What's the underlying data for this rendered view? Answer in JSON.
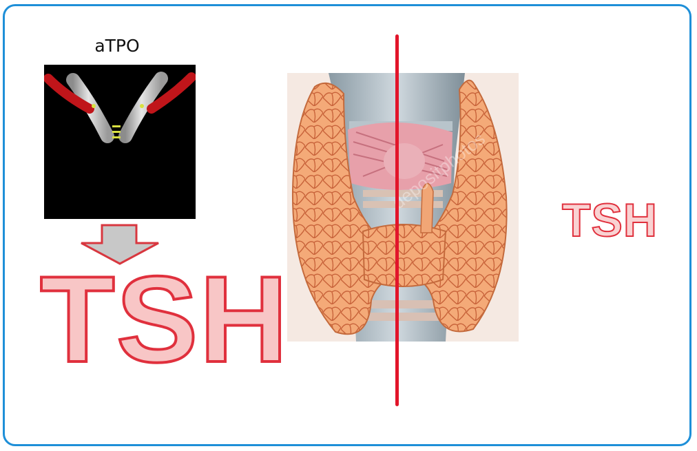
{
  "antibody": {
    "label": "aTPO"
  },
  "left_hormone": {
    "label": "TSH"
  },
  "right_hormone": {
    "label": "TSH"
  },
  "watermark": {
    "text": "depositphotos"
  },
  "colors": {
    "frame_border": "#1e8fd8",
    "divider": "#e2152a",
    "tsh_fill": "#f8c6c6",
    "tsh_stroke": "#e0303d",
    "arrow_fill": "#c8c8c8",
    "antibody_tips": "#c0151a",
    "thyroid_tissue": "#f2a06c"
  },
  "icons": [
    "antibody-icon",
    "down-arrow-icon",
    "thyroid-illustration"
  ]
}
